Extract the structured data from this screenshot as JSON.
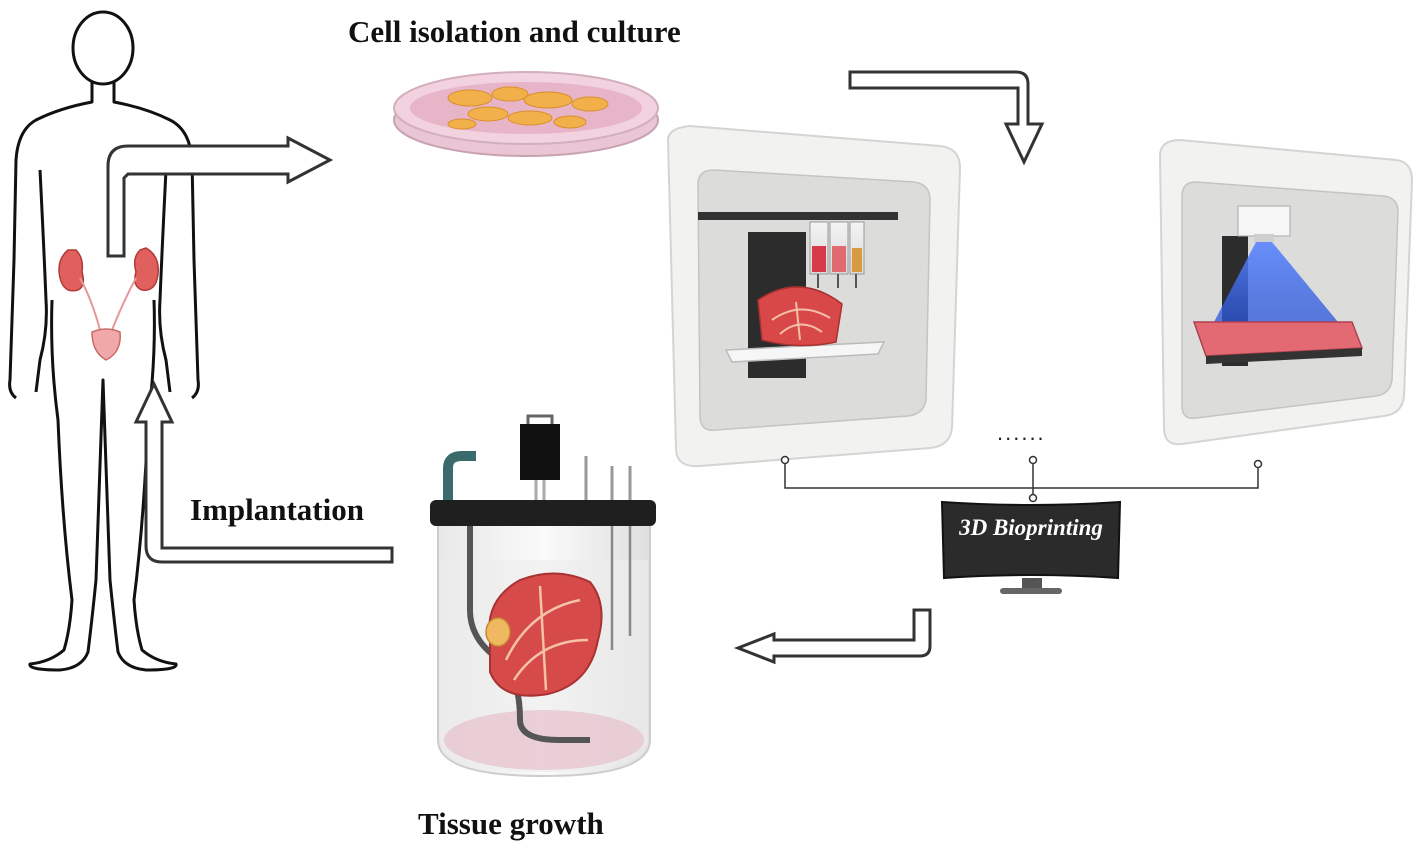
{
  "labels": {
    "cell_isolation": "Cell isolation and culture",
    "implantation": "Implantation",
    "tissue_growth": "Tissue growth",
    "bioprinting": "3D Bioprinting",
    "more_methods": "......"
  },
  "colors": {
    "arrow_outline": "#333333",
    "kidney": "#e0605e",
    "dish_medium": "#e8b4c8",
    "cells": "#f2b04a",
    "chamber": "#f2f2f0",
    "uv_light": "#3a66e6",
    "bioink_red": "#d83a4a",
    "monitor": "#2b2b2b"
  },
  "icons": [
    "human-body-icon",
    "kidney-icon",
    "petri-dish-icon",
    "extrusion-bioprinter-icon",
    "light-based-bioprinter-icon",
    "monitor-icon",
    "bioreactor-icon"
  ]
}
